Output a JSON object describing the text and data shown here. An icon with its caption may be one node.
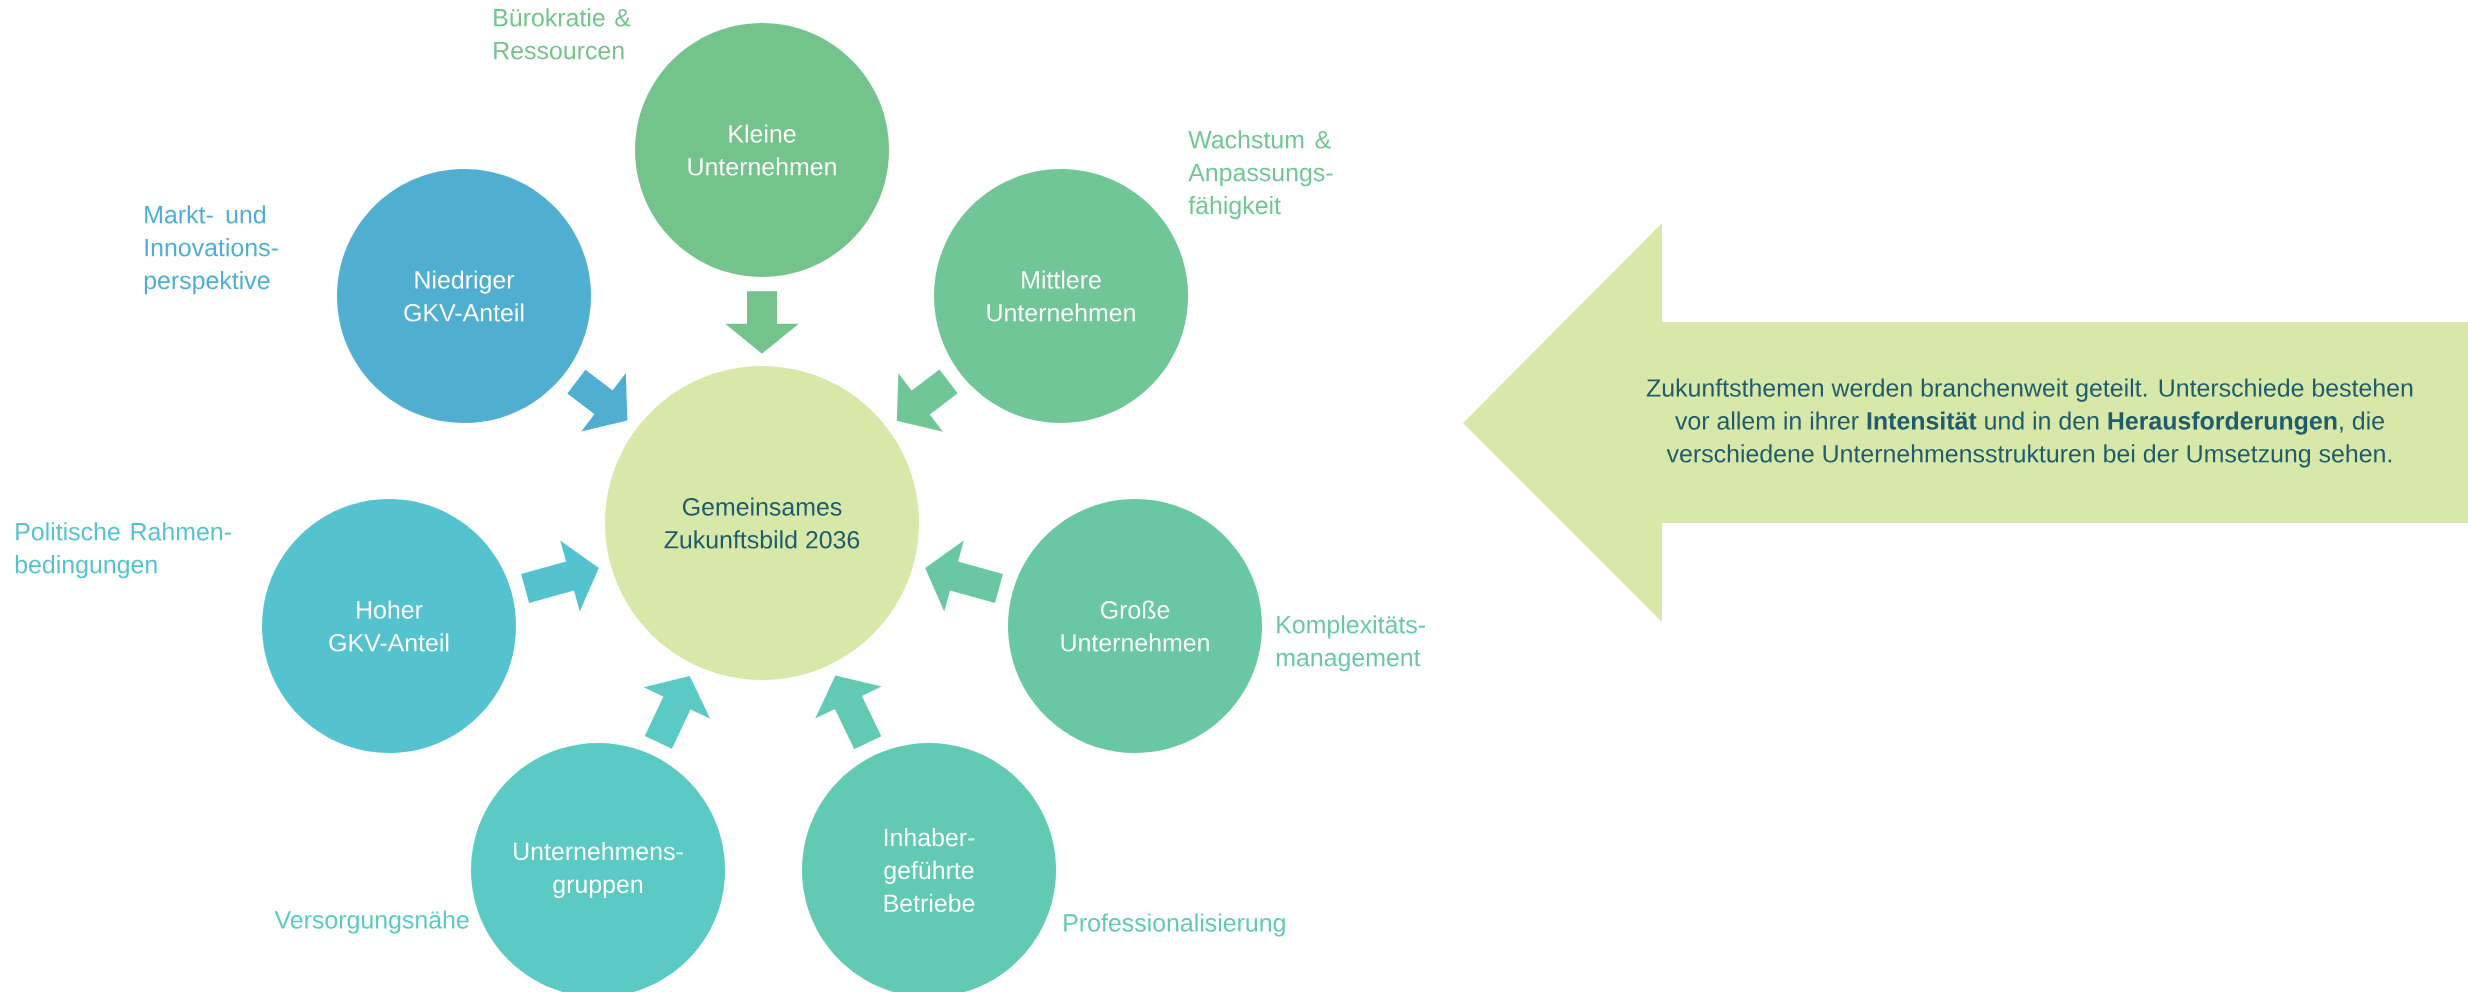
{
  "diagram": {
    "nodes": [
      {
        "text": [
          "Gemeinsames Zukunftsbild 2036"
        ]
      },
      {
        "text": [
          "Kleine Unternehmen"
        ],
        "beside": [
          "Bürokratie & Ressourcen"
        ]
      },
      {
        "text": [
          "Mittlere Unternehmen"
        ],
        "beside": [
          "Wachstum & Anpassungs-fähigkeit"
        ]
      },
      {
        "text": [
          "Große Unternehmen"
        ],
        "beside": [
          "Komplexitäts-management"
        ]
      },
      {
        "text": [
          "Inhaber-geführte Betriebe"
        ],
        "beside": [
          "Professionalisierung"
        ]
      },
      {
        "text": [
          "Unternehmens-gruppen"
        ],
        "beside": [
          "Versorgungsnähe"
        ]
      },
      {
        "text": [
          "Hoher GKV-Anteil"
        ],
        "beside": [
          "Politische Rahmen-bedingungen"
        ]
      },
      {
        "text": [
          "Niedriger GKV-Anteil"
        ],
        "beside": [
          "Markt- und Innovations-perspektive"
        ]
      },
      {
        "text": [
          "Zukunftsthemen werden branchenweit geteilt. Unterschiede bestehen vor allem in ihrer **Intensität** und in den **Herausforderungen**, die verschiedene Unternehmensstrukturen bei der Umsetzung sehen."
        ]
      }
    ],
    "edges": [
      {
        "from": 1,
        "to": 0,
        "arrow": "to",
        "color": "#75c38c"
      },
      {
        "from": 2,
        "to": 0,
        "arrow": "to",
        "color": "#70c696"
      },
      {
        "from": 3,
        "to": 0,
        "arrow": "to",
        "color": "#69c8a3"
      },
      {
        "from": 4,
        "to": 0,
        "arrow": "to",
        "color": "#62c9b3"
      },
      {
        "from": 5,
        "to": 0,
        "arrow": "to",
        "color": "#5bcac4"
      },
      {
        "from": 6,
        "to": 0,
        "arrow": "to",
        "color": "#55c3cf"
      },
      {
        "from": 7,
        "to": 0,
        "arrow": "to",
        "color": "#50afd0"
      }
    ]
  }
}
